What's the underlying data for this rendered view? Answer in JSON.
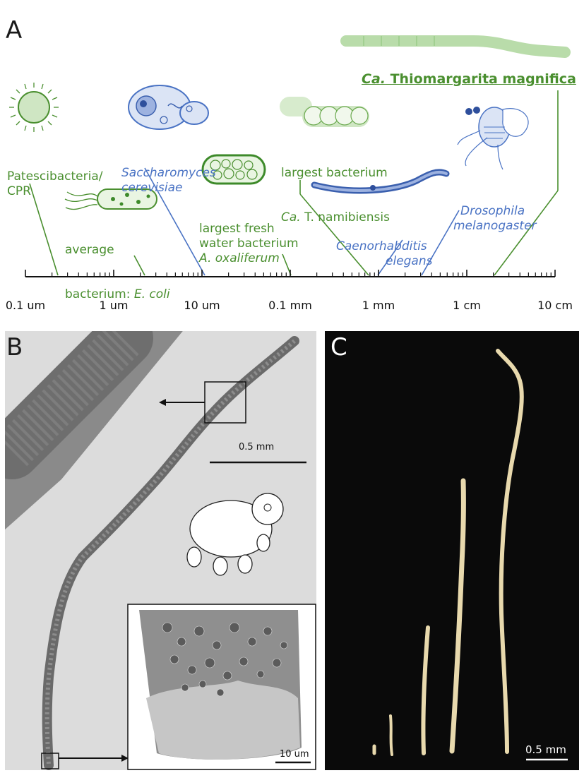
{
  "panels": {
    "a": "A",
    "b": "B",
    "c": "C"
  },
  "axis": {
    "ticks": [
      "0.1 um",
      "1 um",
      "10 um",
      "0.1 mm",
      "1 mm",
      "1 cm",
      "10 cm"
    ]
  },
  "organisms": {
    "patesci": {
      "line1": "Patescibacteria/",
      "line2": "CPR"
    },
    "ecoli": {
      "line1": "average",
      "line2_prefix": "bacterium: ",
      "line2_italic": "E. coli"
    },
    "yeast": {
      "line1": "Saccharomyces",
      "line2": "cerevisiae"
    },
    "oxaliferum": {
      "line1": "largest fresh",
      "line2": "water bacterium",
      "line3": "A. oxaliferum"
    },
    "namibiensis": {
      "line1": "largest bacterium",
      "line2_italic": "Ca.",
      "line2_rest": " T. namibiensis"
    },
    "celegans": {
      "line1": "Caenorhabditis",
      "line2": "elegans"
    },
    "drosophila": {
      "line1": "Drosophila",
      "line2": "melanogaster"
    },
    "magnifica": {
      "italic": "Ca.",
      "rest": " Thiomargarita magnifica"
    }
  },
  "scalebars": {
    "b_main": "0.5 mm",
    "b_inset": "10 um",
    "c": "0.5 mm"
  },
  "colors": {
    "green": "#4a8f2f",
    "blue": "#4a73c4",
    "light_green": "#b9dcaa"
  }
}
